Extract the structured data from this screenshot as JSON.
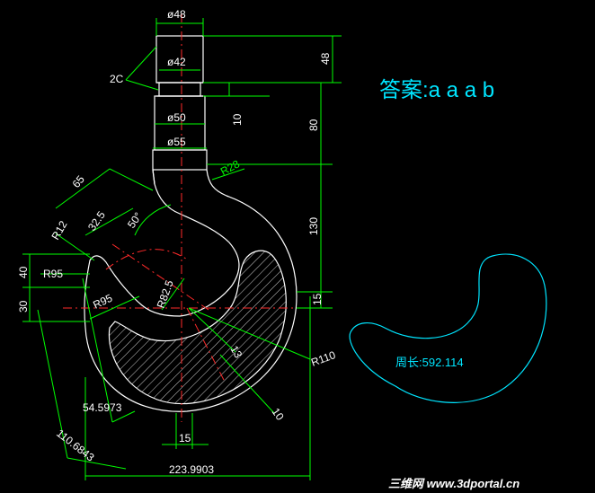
{
  "labels": {
    "d48": "ø48",
    "d42": "ø42",
    "d50": "ø50",
    "d55": "ø55",
    "c2": "2C",
    "r28": "R28",
    "a65": "65",
    "a32_5": "32.5",
    "a50deg": "50°",
    "r12": "R12",
    "r95_left": "R95",
    "r95_inner": "R95",
    "r82_5": "R82.5",
    "v40": "40",
    "v30": "30",
    "v48": "48",
    "v80": "80",
    "v10_right": "10",
    "v130": "130",
    "v15_right": "15",
    "l13": "13",
    "l10": "10",
    "r110": "R110",
    "l54": "54.5973",
    "l110": "110.6843",
    "b15": "15",
    "b223": "223.9903"
  },
  "answer": {
    "text": "答案:a a a b"
  },
  "perimeter": {
    "text": "周长:592.114"
  },
  "watermark": {
    "text": "三维网 www.3dportal.cn"
  },
  "colors": {
    "background": "#000000",
    "outline": "#ffffff",
    "dimension": "#00ff00",
    "centerline": "#ff2a2a",
    "answer": "#00e5ff",
    "shape": "#00e5ff"
  }
}
